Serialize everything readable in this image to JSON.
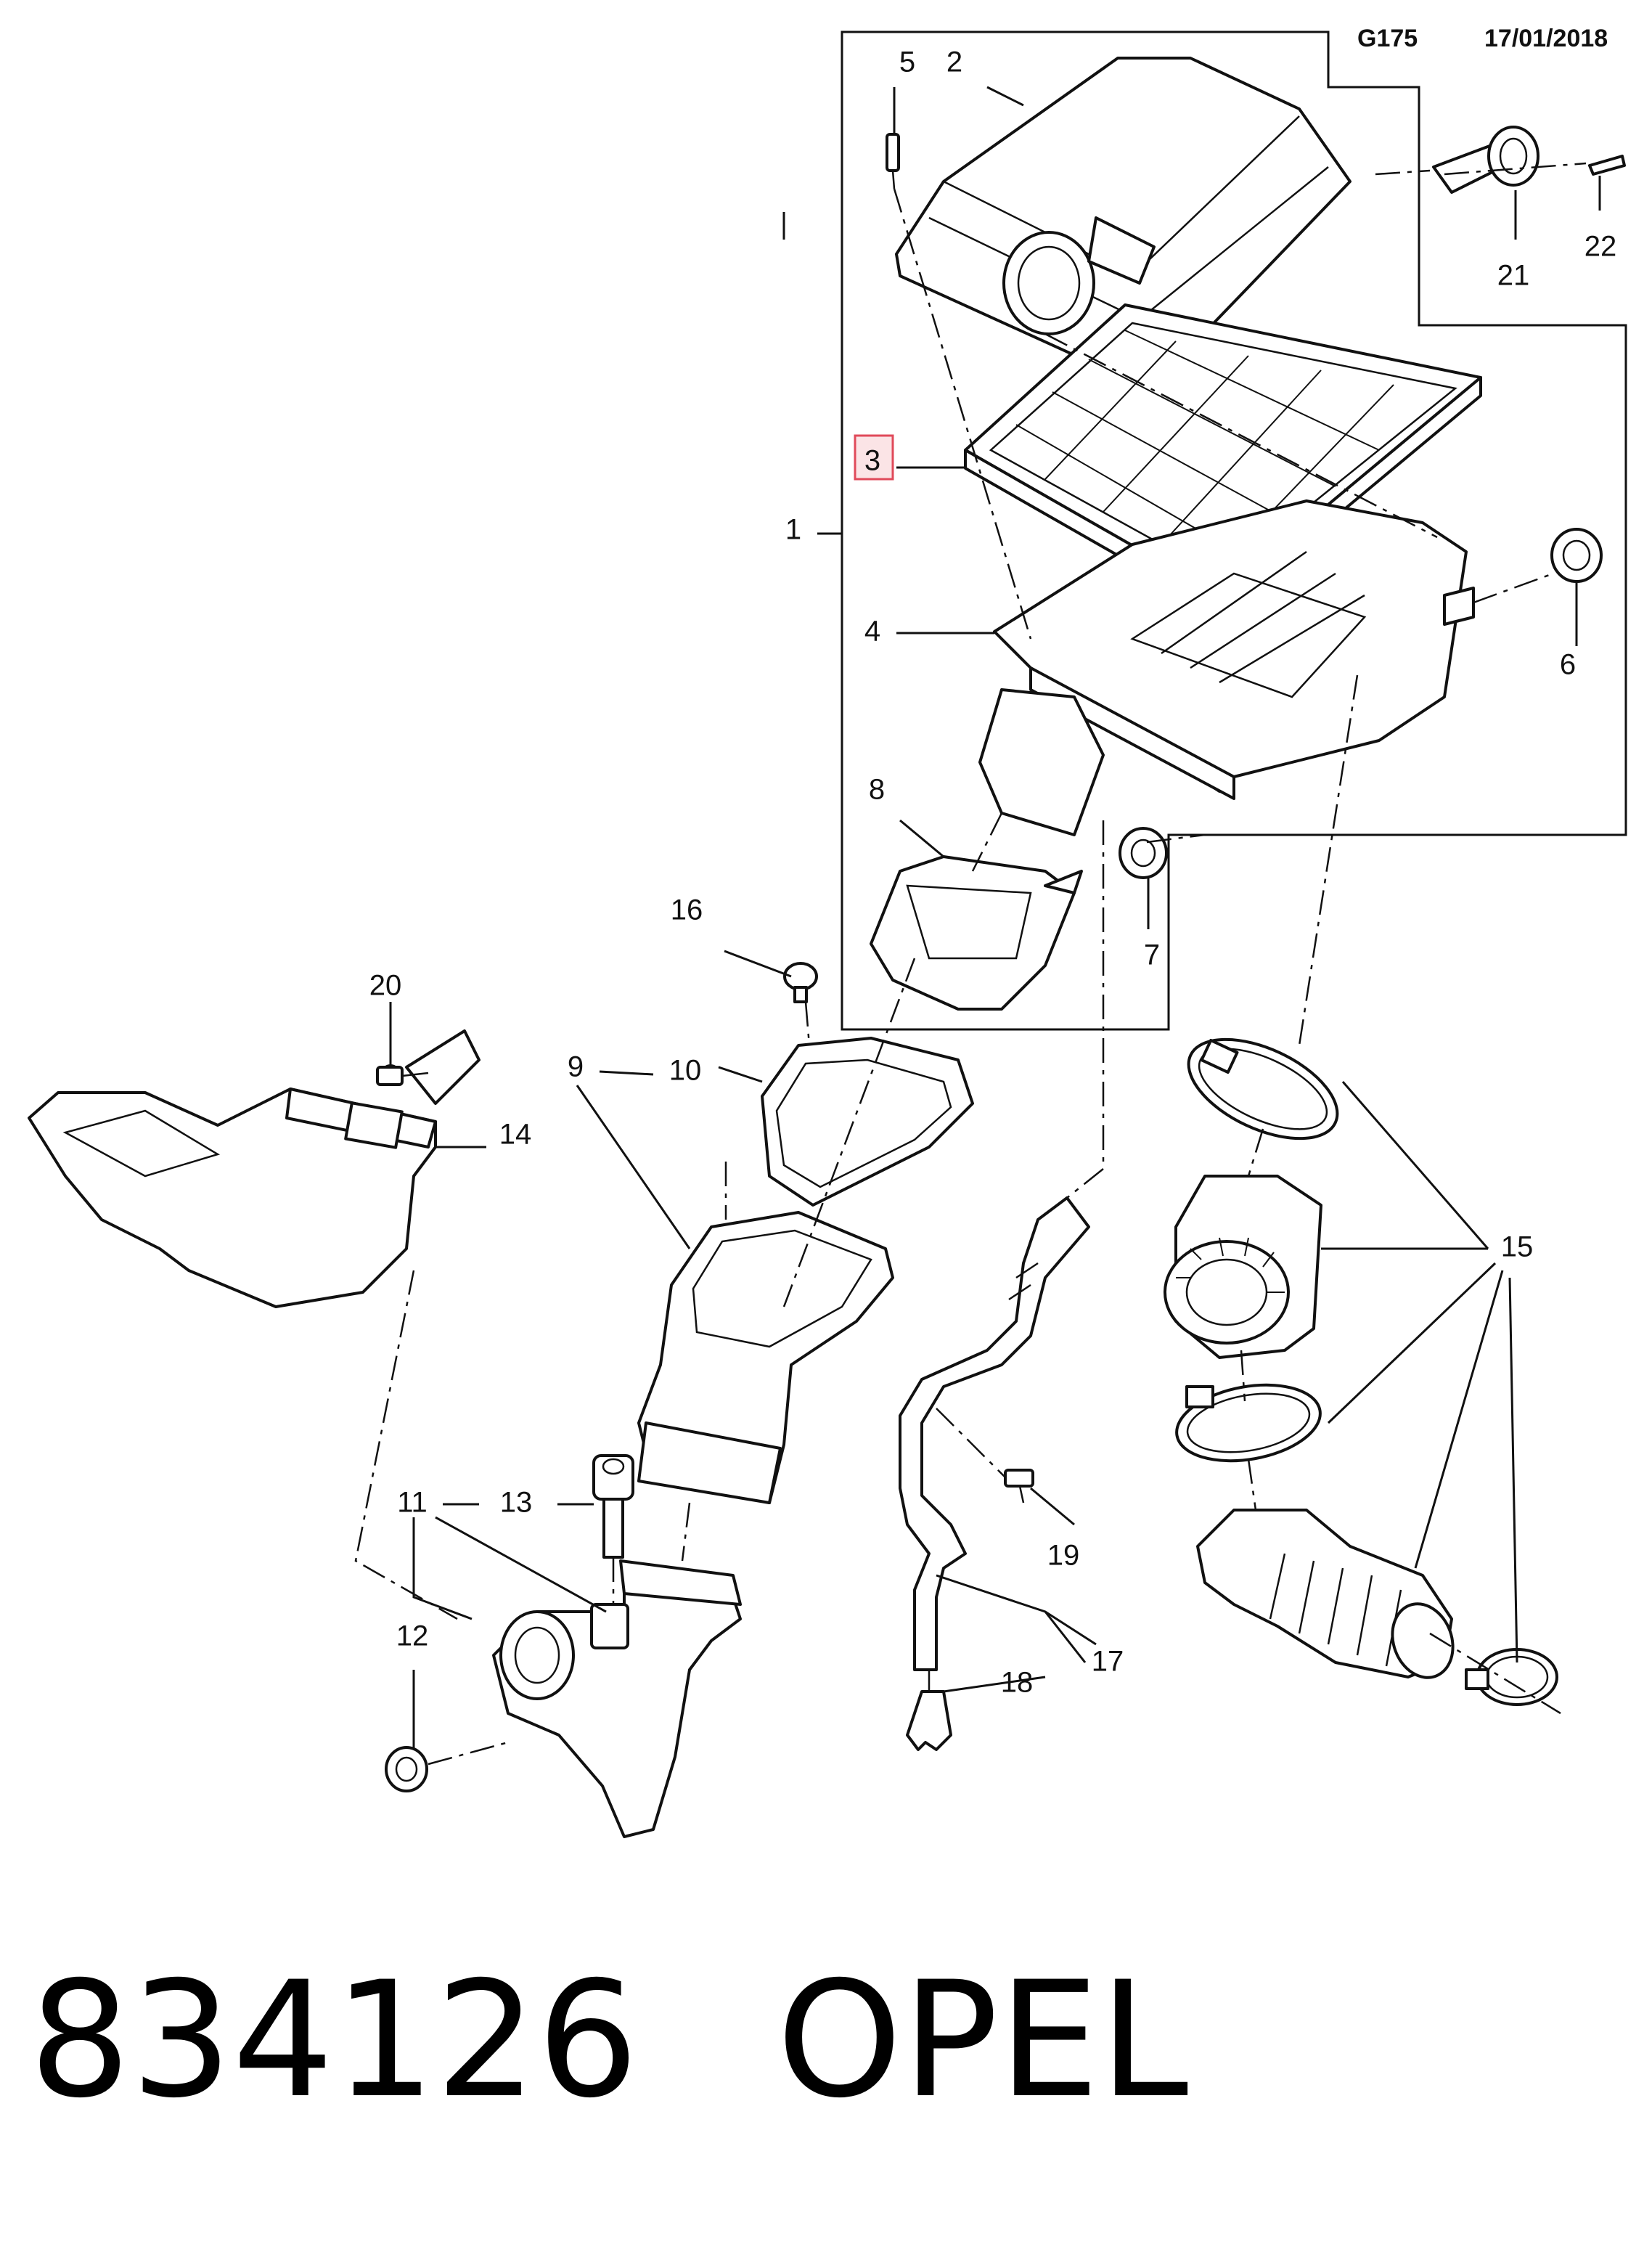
{
  "header": {
    "code": "G175",
    "date": "17/01/2018"
  },
  "callouts": {
    "c1": "1",
    "c2": "2",
    "c3": "3",
    "c4": "4",
    "c5": "5",
    "c6": "6",
    "c7": "7",
    "c8": "8",
    "c9": "9",
    "c10": "10",
    "c11": "11",
    "c12": "12",
    "c13": "13",
    "c14": "14",
    "c15": "15",
    "c16": "16",
    "c17": "17",
    "c18": "18",
    "c19": "19",
    "c20": "20",
    "c21": "21",
    "c22": "22"
  },
  "footer": {
    "part_number": "834126",
    "brand": "OPEL"
  },
  "highlight": {
    "callout": "3",
    "color": "#e04a5a"
  }
}
